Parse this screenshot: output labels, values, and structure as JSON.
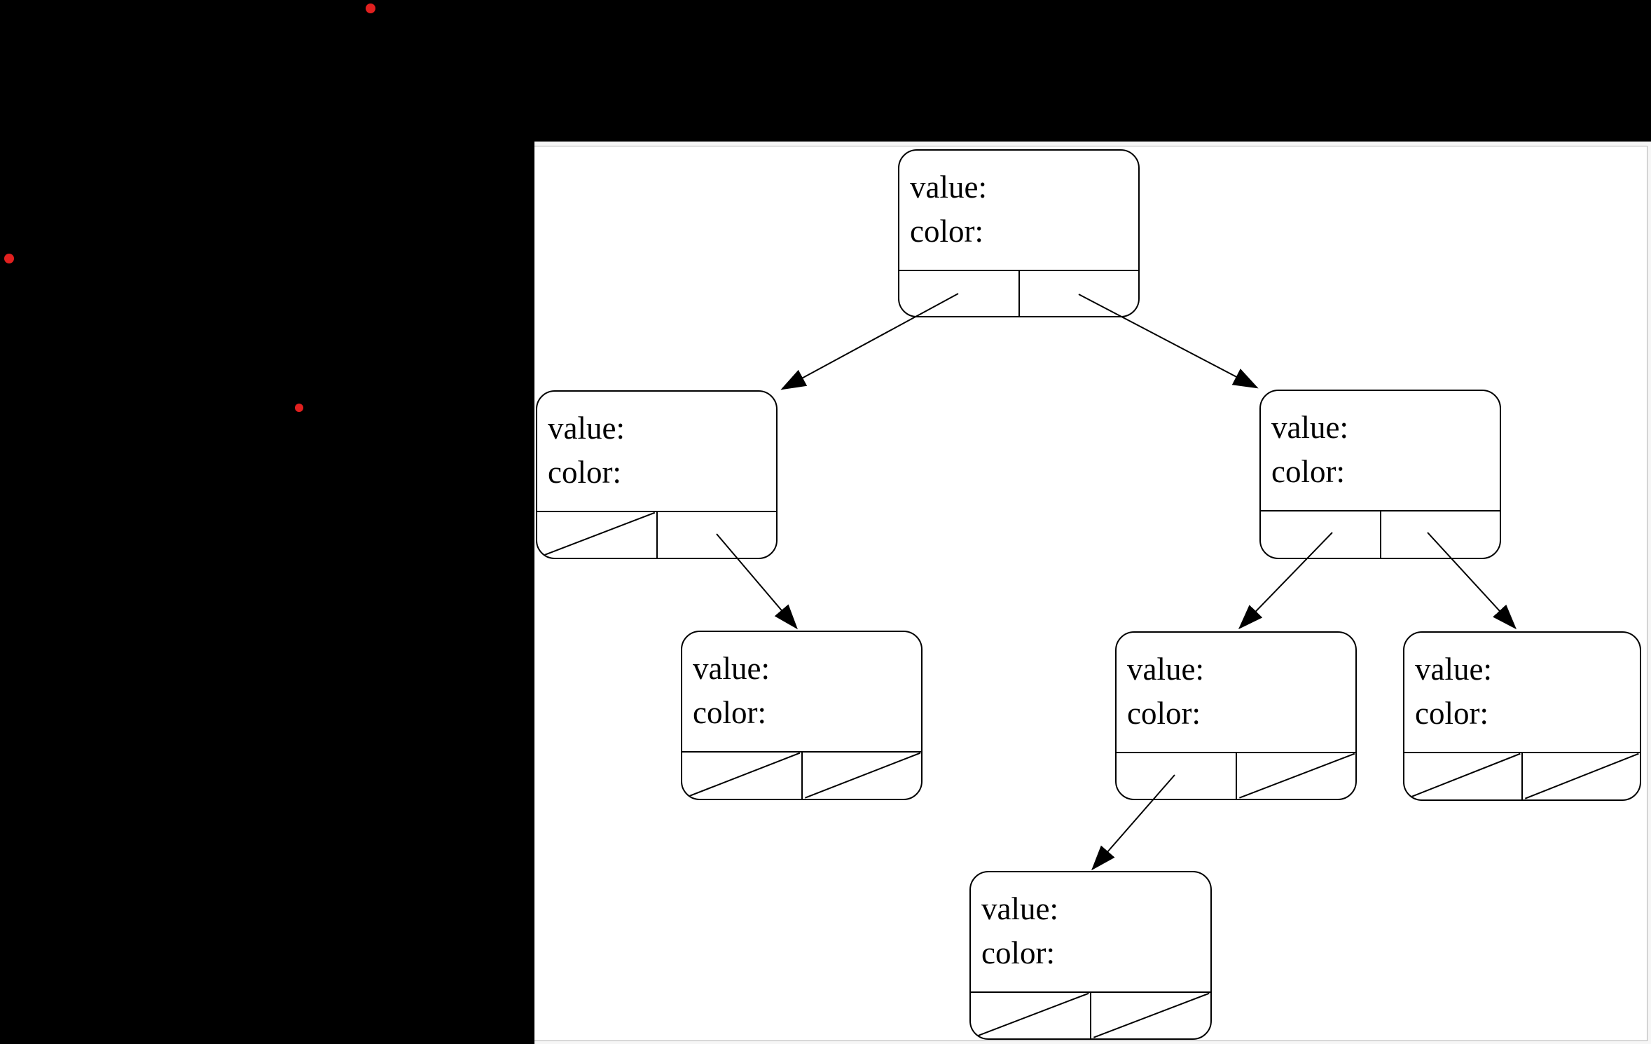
{
  "desktop": {
    "background": "#000000"
  },
  "viewer_panel": {
    "background": "#ffffff",
    "frame_border": "#b3b3b3"
  },
  "click_markers": {
    "color": "#e1201f"
  },
  "diagram": {
    "nodes": [
      {
        "id": "root",
        "value_label": "value:",
        "color_label": "color:",
        "left_pointer": "child",
        "right_pointer": "child"
      },
      {
        "id": "left",
        "value_label": "value:",
        "color_label": "color:",
        "left_pointer": "null",
        "right_pointer": "child"
      },
      {
        "id": "right",
        "value_label": "value:",
        "color_label": "color:",
        "left_pointer": "child",
        "right_pointer": "child"
      },
      {
        "id": "left-right",
        "value_label": "value:",
        "color_label": "color:",
        "left_pointer": "null",
        "right_pointer": "null"
      },
      {
        "id": "right-left",
        "value_label": "value:",
        "color_label": "color:",
        "left_pointer": "child",
        "right_pointer": "null"
      },
      {
        "id": "right-right",
        "value_label": "value:",
        "color_label": "color:",
        "left_pointer": "null",
        "right_pointer": "null"
      },
      {
        "id": "right-left-left",
        "value_label": "value:",
        "color_label": "color:",
        "left_pointer": "null",
        "right_pointer": "null"
      }
    ]
  }
}
